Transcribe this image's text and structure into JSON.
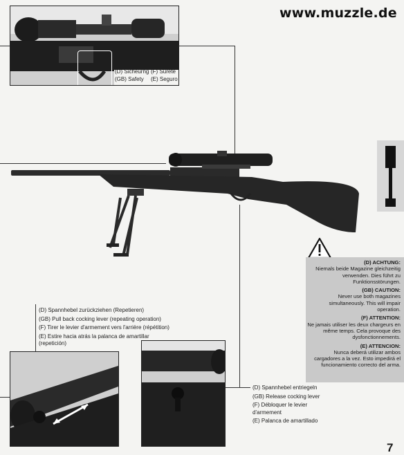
{
  "header": {
    "site": "www.muzzle.de"
  },
  "safety_labels": {
    "d": "(D) Sicheurng",
    "f": "(F) Sûreté",
    "gb": "(GB) Safety",
    "e": "(E) Seguro"
  },
  "repeat_labels": {
    "d": "(D) Spannhebel zurückziehen (Repetieren)",
    "gb": "(GB) Pull back cocking lever (repeating operation)",
    "f": "(F) Tirer le levier d'armement vers l'arrière (répétition)",
    "e1": "(E) Estire hacia atrás la palanca de amartillar",
    "e2": "(repetición)"
  },
  "release_labels": {
    "d": "(D) Spannhebel entriegeln",
    "gb": "(GB) Release cocking lever",
    "f1": "(F) Débloquer le levier",
    "f2": "d'armement",
    "e": "(E) Palanca de amartillado"
  },
  "caution": {
    "d_title": "(D) ACHTUNG:",
    "d_text": "Niemals beide Magazine gleichzeitig verwenden. Dies führt zu Funktionsstörungen.",
    "gb_title": "(GB) CAUTION:",
    "gb_text": "Never use both magazines simultaneously. This will impair operation.",
    "f_title": "(F) ATTENTION:",
    "f_text": "Ne jamais utiliser les deux chargeurs en même temps. Cela provoque des dysfonctionnements.",
    "e_title": "(E) ATTENCION:",
    "e_text": "Nunca deberá utilizar ambos cargadores a la vez. Esto impedirá el funcionamiento correcto del arma."
  },
  "page_number": "7"
}
